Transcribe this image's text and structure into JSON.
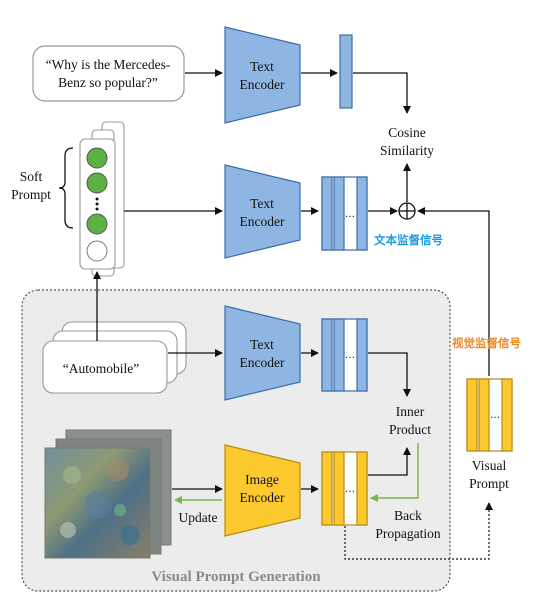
{
  "query_text": [
    "“Why is the Mercedes-",
    "Benz so popular?”"
  ],
  "text_encoder_label": [
    "Text",
    "Encoder"
  ],
  "image_encoder_label": [
    "Image",
    "Encoder"
  ],
  "cosine_similarity": [
    "Cosine",
    "Similarity"
  ],
  "soft_prompt": [
    "Soft",
    "Prompt"
  ],
  "automobile": "“Automobile”",
  "inner_product": [
    "Inner",
    "Product"
  ],
  "visual_prompt": [
    "Visual",
    "Prompt"
  ],
  "update": "Update",
  "back_propagation": [
    "Back",
    "Propagation"
  ],
  "text_supervision_cn": "文本监督信号",
  "visual_supervision_cn": "视觉监督信号",
  "section_title": "Visual Prompt Generation",
  "colors": {
    "encoder_blue": "#8fb6e3",
    "encoder_yellow": "#fcc92f",
    "dot_green": "#5cb044",
    "arrow_green": "#7ab648",
    "cn_blue": "#1e9be6",
    "cn_orange": "#f08a24"
  }
}
